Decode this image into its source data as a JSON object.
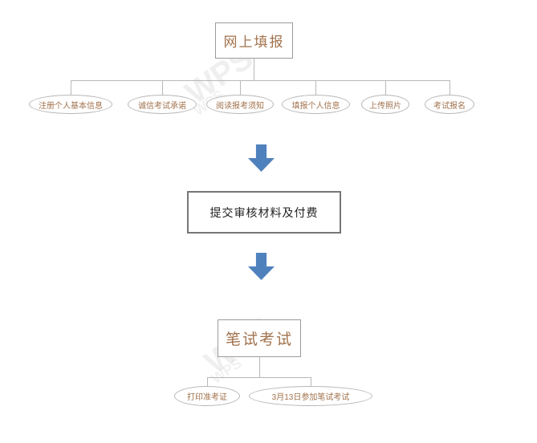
{
  "flow": {
    "top_box": {
      "label": "网上填报"
    },
    "top_children": [
      {
        "label": "注册个人基本信息"
      },
      {
        "label": "诚信考试承诺"
      },
      {
        "label": "阅读报考须知"
      },
      {
        "label": "填报个人信息"
      },
      {
        "label": "上传照片"
      },
      {
        "label": "考试报名"
      }
    ],
    "middle_box": {
      "label": "提交审核材料及付费"
    },
    "bottom_box": {
      "label": "笔试考试"
    },
    "bottom_children": [
      {
        "label": "打印准考证"
      },
      {
        "label": "3月13日参加笔试考试"
      }
    ]
  },
  "watermark": {
    "text": "WPS"
  },
  "colors": {
    "arrow_blue": "#4f81bd",
    "node_text_brown": "#a1724c",
    "connector_gray": "#b8b8b8",
    "mid_border_gray": "#767676"
  }
}
